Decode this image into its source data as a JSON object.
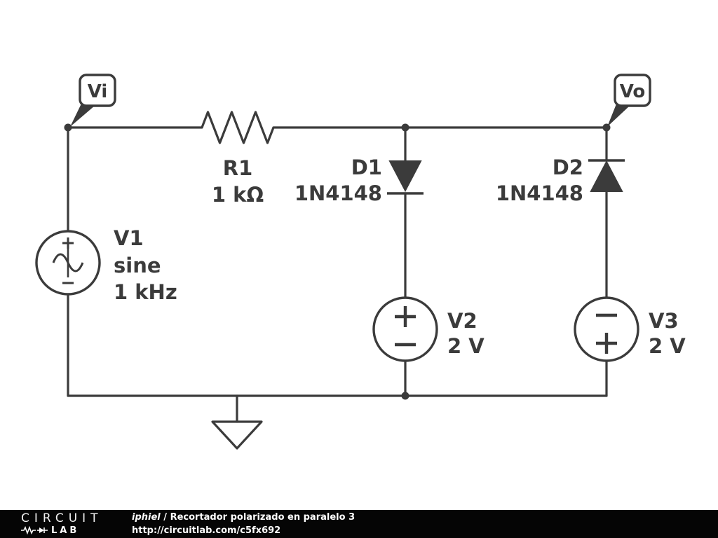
{
  "nodes": {
    "vi": "Vi",
    "vo": "Vo"
  },
  "components": {
    "r1": {
      "name": "R1",
      "value": "1 kΩ"
    },
    "d1": {
      "name": "D1",
      "value": "1N4148"
    },
    "d2": {
      "name": "D2",
      "value": "1N4148"
    },
    "v1": {
      "name": "V1",
      "type": "sine",
      "value": "1 kHz"
    },
    "v2": {
      "name": "V2",
      "value": "2 V"
    },
    "v3": {
      "name": "V3",
      "value": "2 V"
    }
  },
  "footer": {
    "logo_line1": "CIRCUIT",
    "logo_line2": "LAB",
    "author": "iphiel",
    "separator": " / ",
    "title": "Recortador polarizado en paralelo 3",
    "url": "http://circuitlab.com/c5fx692"
  },
  "colors": {
    "stroke": "#3b3b3b",
    "background": "#ffffff",
    "footer_bg": "#050505",
    "footer_text": "#ffffff"
  }
}
